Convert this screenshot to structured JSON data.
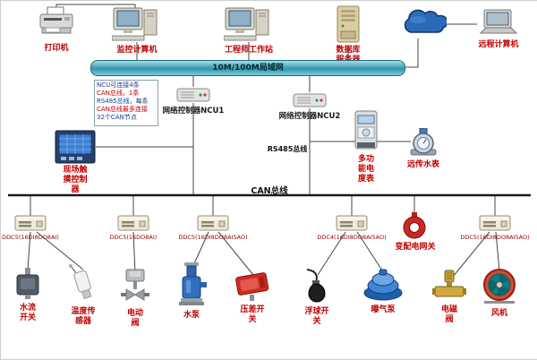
{
  "buses": {
    "lan": "10M/100M局域网",
    "can": "CAN总线",
    "rs485": "RS485总线"
  },
  "note_box": {
    "lines": [
      "NCU可连接4条",
      "CAN总线，1条",
      "RS485总线，每条",
      "CAN总线最多连接",
      "32个CAN节点"
    ]
  },
  "top_devices": {
    "printer": "打印机",
    "monitor_pc": "监控计算机",
    "workstation": "工程师工作站",
    "db_server": "数据库\n服务器",
    "remote_pc": "远程计算机"
  },
  "controllers": {
    "ncu1": "网络控制器NCU1",
    "ncu2": "网络控制器NCU2",
    "touch_panel": "现场触\n摸控制\n器",
    "energy_meter": "多功\n能电\n度表",
    "water_meter": "远传水表",
    "power_gateway": "变配电网关"
  },
  "ddc_units": [
    "DDC5(16DI8DO8AI)",
    "DDC5(16DO8AI)",
    "DDC5(16DI8DO8AI5AO)",
    "DDC4(16DI8DO8AI5AO)",
    "DDC5(16DI8DO8AI5AO)"
  ],
  "field_devices": {
    "water_flow_switch": "水流\n开关",
    "temp_sensor": "温度传\n感器",
    "electric_valve": "电动\n阀",
    "water_pump": "水泵",
    "pressure_switch": "压差开\n关",
    "float_switch": "浮球开\n关",
    "aeration_pump": "曝气泵",
    "solenoid_valve": "电磁\n阀",
    "fan": "风机"
  },
  "colors": {
    "label_red": "#c00000",
    "bus_bar_teal": "#2f97ad",
    "cloud_blue": "#2a6ab8"
  }
}
